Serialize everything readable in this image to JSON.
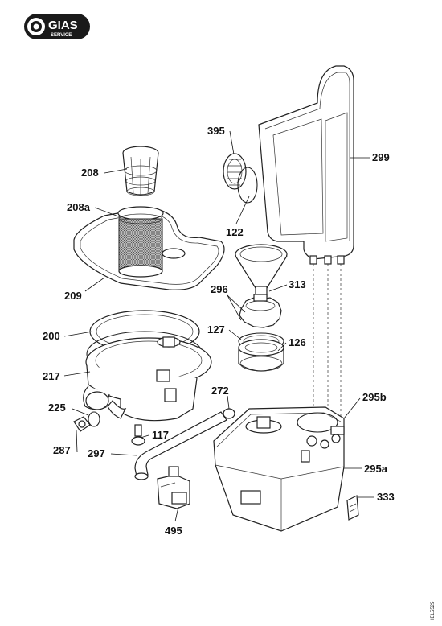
{
  "logo": {
    "brand": "GIAS",
    "sub": "SERVICE"
  },
  "drawing_code": "IEL5525",
  "labels": [
    {
      "id": "l395",
      "text": "395"
    },
    {
      "id": "l299",
      "text": "299"
    },
    {
      "id": "l208",
      "text": "208"
    },
    {
      "id": "l208a",
      "text": "208a"
    },
    {
      "id": "l122",
      "text": "122"
    },
    {
      "id": "l209",
      "text": "209"
    },
    {
      "id": "l296",
      "text": "296"
    },
    {
      "id": "l313",
      "text": "313"
    },
    {
      "id": "l127",
      "text": "127"
    },
    {
      "id": "l126",
      "text": "126"
    },
    {
      "id": "l200",
      "text": "200"
    },
    {
      "id": "l217",
      "text": "217"
    },
    {
      "id": "l272",
      "text": "272"
    },
    {
      "id": "l295b",
      "text": "295b"
    },
    {
      "id": "l225",
      "text": "225"
    },
    {
      "id": "l117",
      "text": "117"
    },
    {
      "id": "l287",
      "text": "287"
    },
    {
      "id": "l297",
      "text": "297"
    },
    {
      "id": "l295a",
      "text": "295a"
    },
    {
      "id": "l333",
      "text": "333"
    },
    {
      "id": "l495",
      "text": "495"
    }
  ]
}
